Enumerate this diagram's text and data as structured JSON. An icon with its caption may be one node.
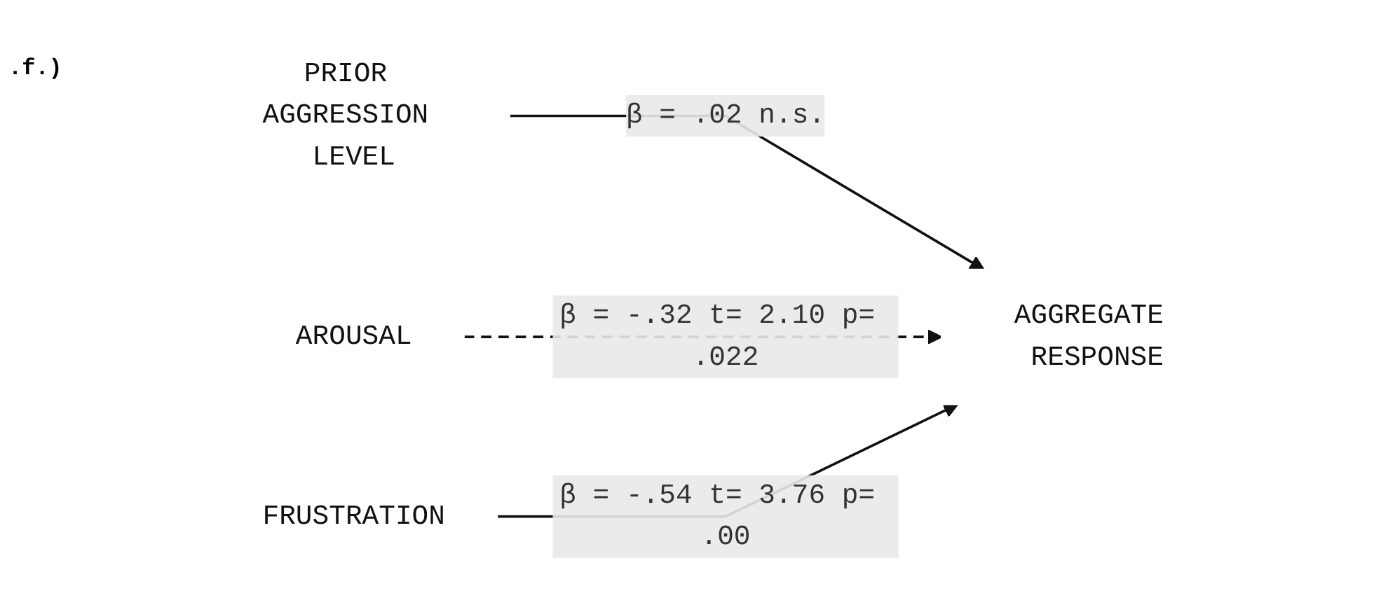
{
  "diagram": {
    "nodes": [
      {
        "text": [
          "PRIOR AGGRESSION LEVEL"
        ]
      },
      {
        "text": [
          "AROUSAL"
        ]
      },
      {
        "text": [
          "AGGREGATE RESPONSE"
        ]
      },
      {
        "text": [
          "FRUSTRATION"
        ]
      }
    ],
    "edges": [
      {
        "from": 0,
        "to": 2,
        "arrow": "to",
        "label": "β = .02 n.s."
      },
      {
        "from": 1,
        "to": 2,
        "arrow": "to",
        "style": "dashed",
        "label": "β = -.32 t= 2.10 p= .022"
      },
      {
        "from": 3,
        "to": 2,
        "arrow": "to",
        "label": "β = -.54 t= 3.76 p= .00"
      }
    ],
    "labels": [
      ".f.)"
    ]
  }
}
